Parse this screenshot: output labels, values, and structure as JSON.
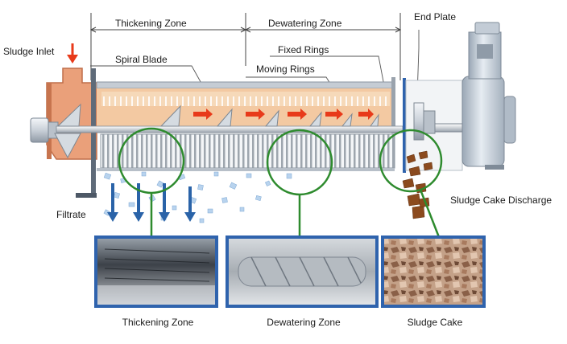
{
  "labels": {
    "sludge_inlet": "Sludge Inlet",
    "thickening_zone": "Thickening Zone",
    "dewatering_zone": "Dewatering Zone",
    "end_plate": "End Plate",
    "spiral_blade": "Spiral Blade",
    "fixed_rings": "Fixed Rings",
    "moving_rings": "Moving Rings",
    "filtrate": "Filtrate",
    "sludge_cake_discharge": "Sludge Cake Discharge"
  },
  "captions": {
    "thickening": "Thickening Zone",
    "dewatering": "Dewatering Zone",
    "cake": "Sludge Cake"
  },
  "colors": {
    "flow_arrow": "#e83a1a",
    "inlet_arrow": "#e83a1a",
    "filtrate_arrow": "#2a63a8",
    "zoom_circle": "#2e8b2e",
    "frame": "#2f63ad",
    "sludge": "#f3c9a2",
    "housing": "#e8946a"
  }
}
